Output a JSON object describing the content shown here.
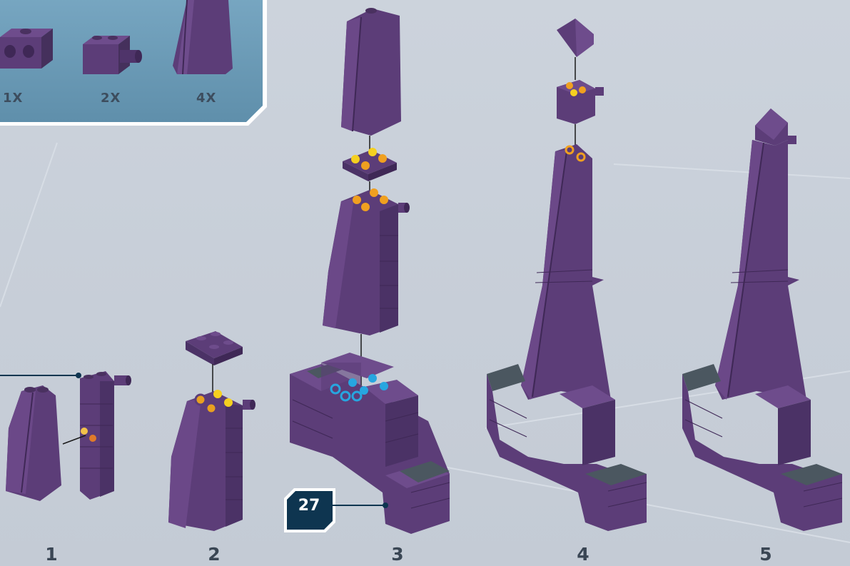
{
  "parts_panel": {
    "quantities": [
      "1X",
      "2X",
      "4X"
    ]
  },
  "steps": [
    "1",
    "2",
    "3",
    "4",
    "5"
  ],
  "page_number": "27",
  "colors": {
    "brick_purple": "#5c3d78",
    "brick_dark": "#3f2856",
    "panel_blue": "#6f9cb8",
    "stud_orange": "#f0a020",
    "stud_yellow": "#f5d020",
    "stud_blue": "#27a6e0",
    "callout_navy": "#0e3550"
  }
}
